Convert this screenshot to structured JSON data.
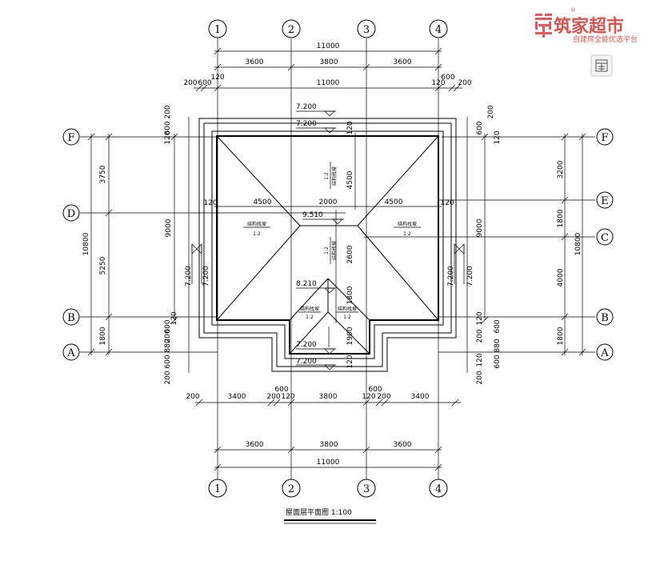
{
  "brand": {
    "name": "筑家超市",
    "slogan": "自建房全能优选平台",
    "registered_mark": "®",
    "color": "#e05a5a"
  },
  "toolbar": {
    "icon": "grid-view-icon"
  },
  "drawing": {
    "title": "屋面层平面图 1:100",
    "grid_columns": [
      "1",
      "2",
      "3",
      "4"
    ],
    "grid_rows_left": [
      "F",
      "D",
      "B",
      "A"
    ],
    "grid_rows_right": [
      "F",
      "E",
      "C",
      "B",
      "A"
    ],
    "top_dims": {
      "overall": "11000",
      "bays": [
        "3600",
        "3800",
        "3600"
      ],
      "overall2": "11000",
      "left_a": "200",
      "left_b": "600",
      "left_c": "120",
      "right_a": "120",
      "right_b": "600",
      "right_c": "200"
    },
    "bottom_dims": {
      "row1": [
        "200",
        "3400",
        "200",
        "120",
        "3800",
        "120",
        "200",
        "3400"
      ],
      "row1_600a": "600",
      "row1_600b": "600",
      "bays": [
        "3600",
        "3800",
        "3600"
      ],
      "overall": "11000"
    },
    "left_dims": {
      "outer": "10800",
      "parts": [
        "3750",
        "5250",
        "1800"
      ],
      "inner": "9000",
      "small": [
        "200",
        "600",
        "120",
        "600",
        "120",
        "200",
        "880",
        "600",
        "200"
      ]
    },
    "right_dims": {
      "outer": "10800",
      "parts": [
        "3200",
        "1800",
        "4000",
        "1800"
      ],
      "inner": "9000",
      "small": [
        "200",
        "600",
        "120",
        "120",
        "600",
        "200",
        "880",
        "600",
        "200",
        "120"
      ]
    },
    "interior_dims": [
      "4500",
      "2000",
      "4500",
      "4500",
      "2600",
      "1800",
      "1900",
      "120",
      "120",
      "120",
      "120"
    ],
    "elevations": [
      "7.200",
      "7.200",
      "9.510",
      "8.210",
      "7.200",
      "7.200",
      "7.200",
      "7.200",
      "7.200",
      "7.200"
    ],
    "slope_labels": [
      "1:2",
      "1:2",
      "1:2",
      "1:2",
      "1:2",
      "1:2"
    ],
    "slope_notes": [
      "结构找坡",
      "结构找坡",
      "结构找坡",
      "结构找坡",
      "结构找坡",
      "结构找坡"
    ]
  }
}
